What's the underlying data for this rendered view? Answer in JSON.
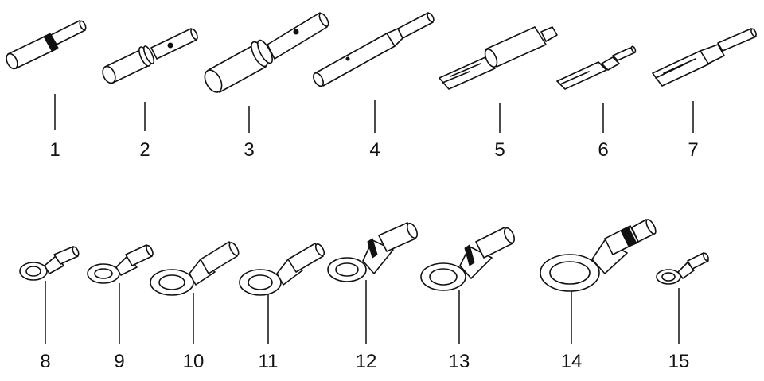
{
  "figure": {
    "labels": [
      "1",
      "2",
      "3",
      "4",
      "5",
      "6",
      "7",
      "8",
      "9",
      "10",
      "11",
      "12",
      "13",
      "14",
      "15"
    ]
  },
  "colors": {
    "ink": "#111111",
    "background": "#ffffff"
  },
  "components": [
    {
      "label": "1",
      "icon": "pin-terminal-icon"
    },
    {
      "label": "2",
      "icon": "pin-terminal-icon"
    },
    {
      "label": "3",
      "icon": "pin-terminal-icon"
    },
    {
      "label": "4",
      "icon": "pin-terminal-icon"
    },
    {
      "label": "5",
      "icon": "spade-terminal-icon"
    },
    {
      "label": "6",
      "icon": "spade-terminal-icon"
    },
    {
      "label": "7",
      "icon": "spade-terminal-icon"
    },
    {
      "label": "8",
      "icon": "ring-terminal-icon"
    },
    {
      "label": "9",
      "icon": "ring-terminal-icon"
    },
    {
      "label": "10",
      "icon": "ring-terminal-icon"
    },
    {
      "label": "11",
      "icon": "ring-terminal-icon"
    },
    {
      "label": "12",
      "icon": "ring-terminal-icon"
    },
    {
      "label": "13",
      "icon": "ring-terminal-icon"
    },
    {
      "label": "14",
      "icon": "ring-terminal-icon"
    },
    {
      "label": "15",
      "icon": "ring-terminal-icon"
    }
  ]
}
